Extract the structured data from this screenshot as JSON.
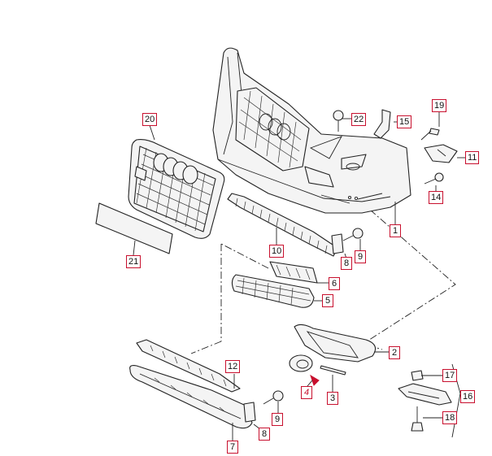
{
  "accent_color": "#c8102e",
  "callouts": {
    "c1": "1",
    "c2": "2",
    "c3": "3",
    "c4": "4",
    "c5": "5",
    "c6": "6",
    "c7": "7",
    "c8a": "8",
    "c8b": "8",
    "c9a": "9",
    "c9b": "9",
    "c10": "10",
    "c11": "11",
    "c12": "12",
    "c14": "14",
    "c15": "15",
    "c16": "16",
    "c17": "17",
    "c18": "18",
    "c19": "19",
    "c20": "20",
    "c21": "21",
    "c22": "22"
  },
  "highlighted_callout": "4"
}
